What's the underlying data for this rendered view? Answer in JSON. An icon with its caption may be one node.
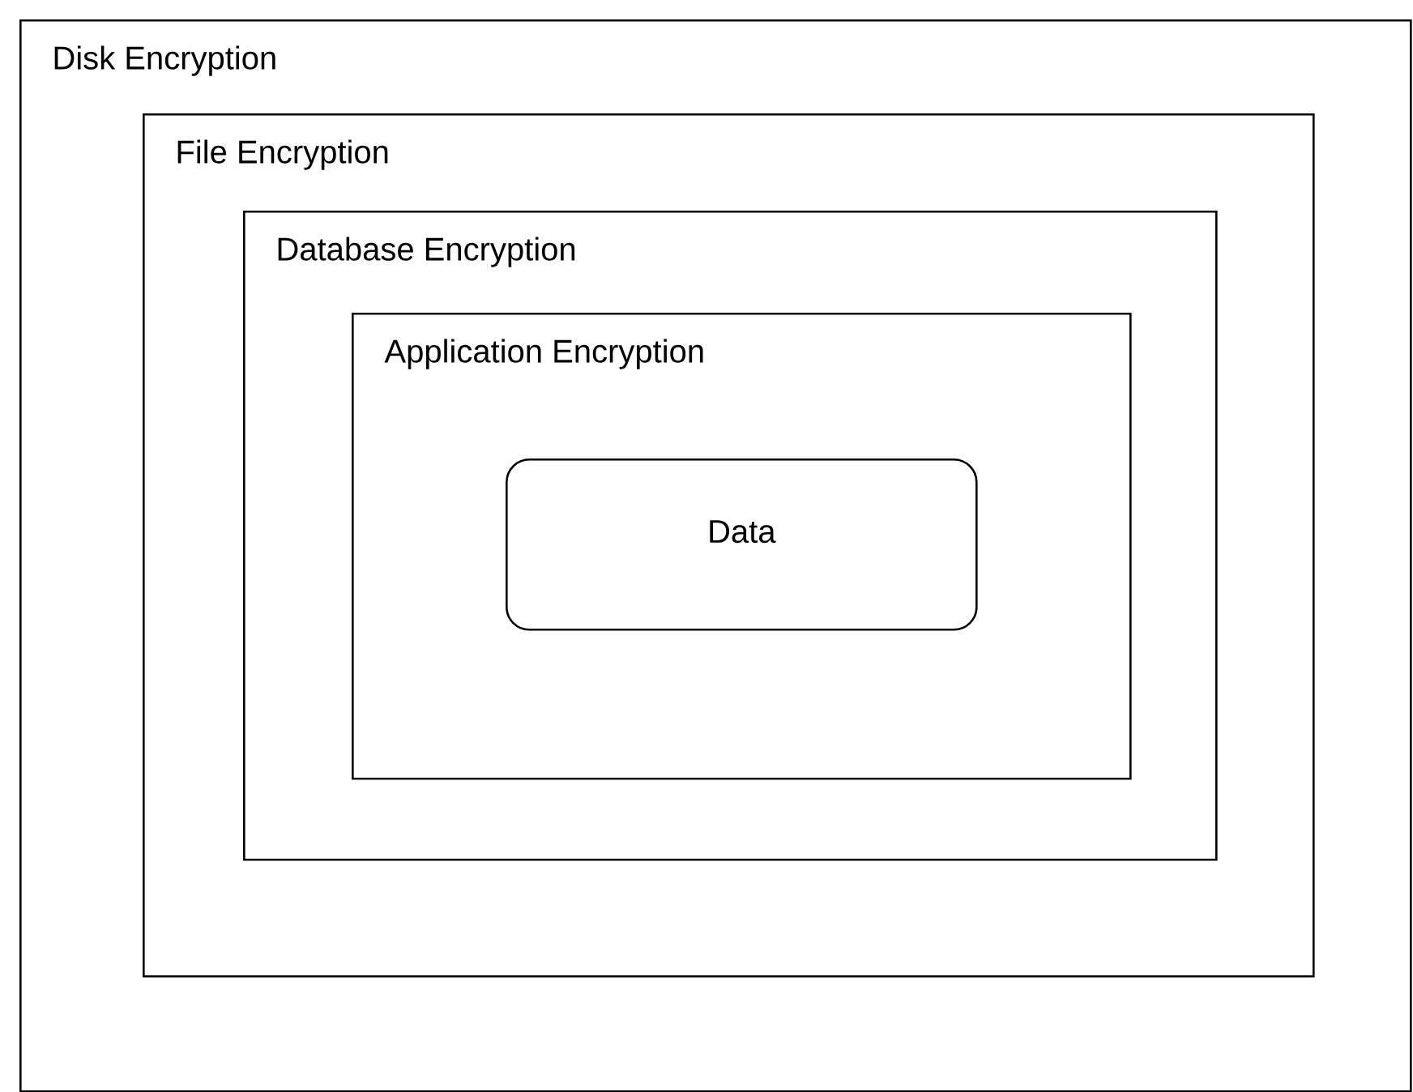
{
  "diagram": {
    "nodes": [
      {
        "text": [
          "Disk Encryption"
        ]
      },
      {
        "text": [
          "File Encryption"
        ],
        "in": 0
      },
      {
        "text": [
          "Database Encryption"
        ],
        "in": 1
      },
      {
        "text": [
          "Application Encryption"
        ],
        "in": 2
      },
      {
        "text": [
          "Data"
        ],
        "in": 3
      }
    ]
  }
}
